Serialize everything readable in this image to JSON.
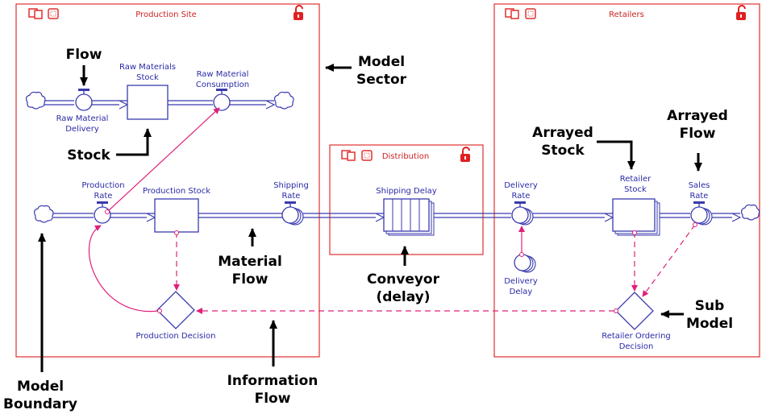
{
  "sectors": {
    "production_site": "Production Site",
    "retailers": "Retailers",
    "distribution": "Distribution"
  },
  "nodes": {
    "raw_materials_stock": [
      "Raw Materials",
      "Stock"
    ],
    "raw_material_consumption": [
      "Raw Material",
      "Consumption"
    ],
    "raw_material_delivery": [
      "Raw Material",
      "Delivery"
    ],
    "production_rate": [
      "Production",
      "Rate"
    ],
    "production_stock": "Production Stock",
    "shipping_rate": [
      "Shipping",
      "Rate"
    ],
    "shipping_delay": "Shipping Delay",
    "delivery_rate": [
      "Delivery",
      "Rate"
    ],
    "delivery_delay": [
      "Delivery",
      "Delay"
    ],
    "retailer_stock": [
      "Retailer",
      "Stock"
    ],
    "sales_rate": [
      "Sales",
      "Rate"
    ],
    "production_decision": "Production Decision",
    "retailer_ordering_decision": [
      "Retailer Ordering",
      "Decision"
    ]
  },
  "annotations": {
    "flow": "Flow",
    "model_sector": [
      "Model",
      "Sector"
    ],
    "stock": "Stock",
    "arrayed_stock": [
      "Arrayed",
      "Stock"
    ],
    "arrayed_flow": [
      "Arrayed",
      "Flow"
    ],
    "material_flow": [
      "Material",
      "Flow"
    ],
    "conveyor": [
      "Conveyor",
      "(delay)"
    ],
    "sub_model": [
      "Sub",
      "Model"
    ],
    "model_boundary": [
      "Model",
      "Boundary"
    ],
    "information_flow": [
      "Information",
      "Flow"
    ]
  },
  "colors": {
    "sector_border": "#e03030",
    "node_text": "#2a2aa8",
    "connector": "#e0207a",
    "lock": "#e02020"
  }
}
